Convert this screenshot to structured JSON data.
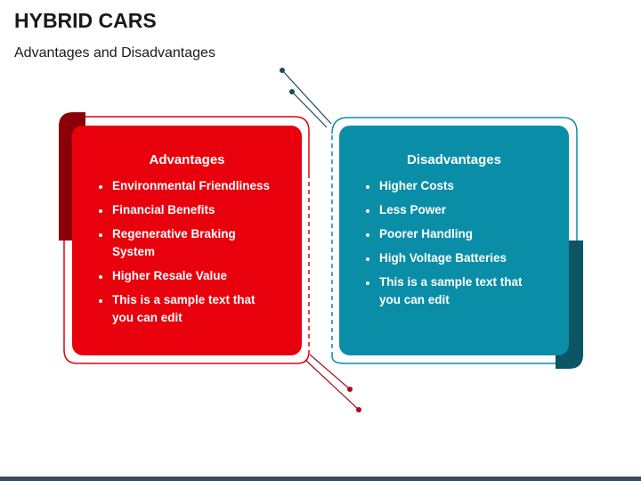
{
  "header": {
    "title": "HYBRID CARS",
    "subtitle": "Advantages and Disadvantages"
  },
  "colors": {
    "advantages": "#e8000c",
    "advantages_dark": "#8b0008",
    "disadvantages": "#0a8ea8",
    "disadvantages_dark": "#0b5564",
    "connector_red": "#a0101a",
    "connector_teal": "#1a4a5c"
  },
  "advantages": {
    "heading": "Advantages",
    "items": [
      "Environmental Friendliness",
      "Financial Benefits",
      "Regenerative Braking System",
      "Higher Resale Value",
      "This is a sample text that you can edit"
    ]
  },
  "disadvantages": {
    "heading": "Disadvantages",
    "items": [
      "Higher Costs",
      "Less Power",
      "Poorer Handling",
      "High Voltage Batteries",
      "This is a sample text that you can edit"
    ]
  }
}
